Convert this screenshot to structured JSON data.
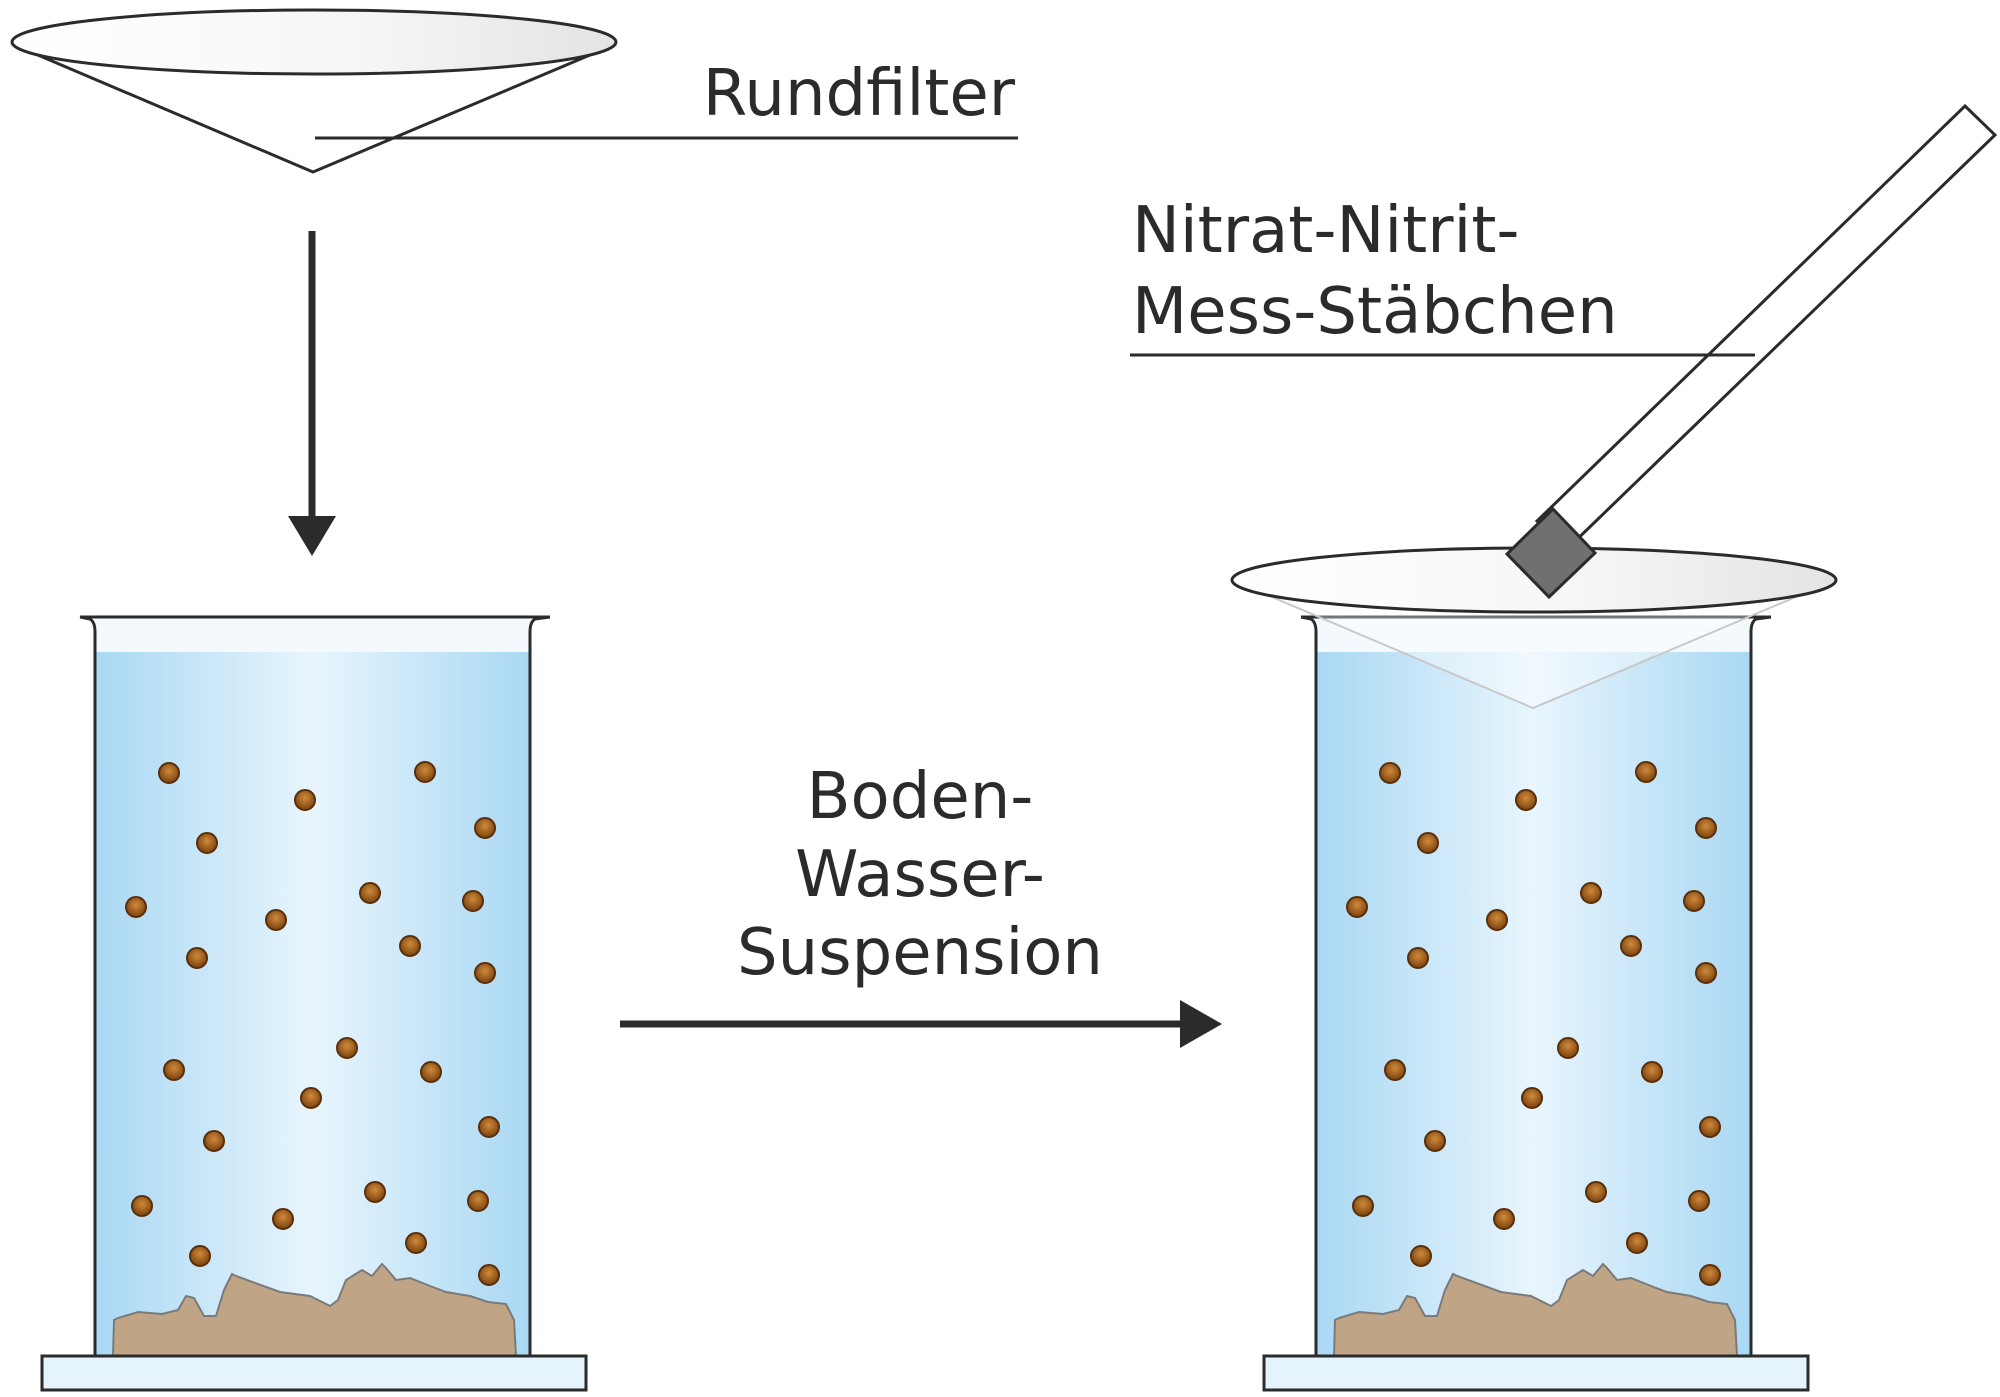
{
  "labels": {
    "filter": "Rundfilter",
    "strip_line1": "Nitrat-Nitrit-",
    "strip_line2": "Mess-Stäbchen",
    "suspension_line1": "Boden-",
    "suspension_line2": "Wasser-",
    "suspension_line3": "Suspension"
  },
  "colors": {
    "water_edge": "#a9d8f3",
    "water_center": "#e8f5fd",
    "sediment": "#bfa585",
    "particle": "#8a4f13",
    "stand": "#e4f3fc",
    "strip_tip": "#707070",
    "ink": "#2b2b2b"
  },
  "icons": [
    "funnel-filter-icon",
    "beaker-icon",
    "particle-icon",
    "test-strip-icon",
    "arrow-down-icon",
    "arrow-right-icon"
  ]
}
